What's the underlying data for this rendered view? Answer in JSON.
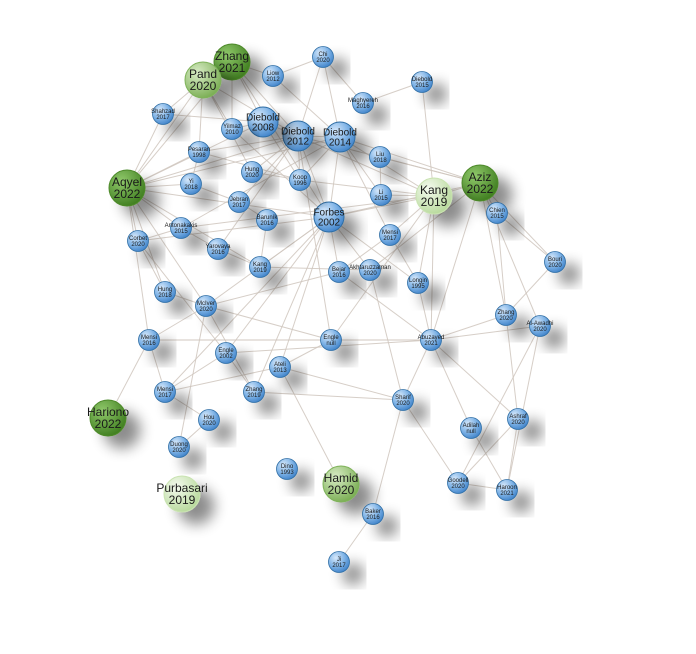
{
  "colors": {
    "edge": "#cfc6bd",
    "blue_fill": "#5b9bd5",
    "blue_ring": "#2e6da4",
    "dark_green": "#4e8a2a",
    "mid_green": "#7fb35a",
    "light_green": "#c9e3b1"
  },
  "nodes": [
    {
      "id": "zhang2021",
      "name": "Zhang",
      "year": "2021",
      "color": "dark_green",
      "size": "large"
    },
    {
      "id": "pand2020",
      "name": "Pand",
      "year": "2020",
      "color": "mid_green",
      "size": "large"
    },
    {
      "id": "aqyel2022",
      "name": "Aqyel",
      "year": "2022",
      "color": "dark_green",
      "size": "large"
    },
    {
      "id": "aziz2022",
      "name": "Aziz",
      "year": "2022",
      "color": "dark_green",
      "size": "large"
    },
    {
      "id": "kang2019",
      "name": "Kang",
      "year": "2019",
      "color": "light_green",
      "size": "large"
    },
    {
      "id": "hariono2022",
      "name": "Hariono",
      "year": "2022",
      "color": "dark_green",
      "size": "large"
    },
    {
      "id": "purbasari2019",
      "name": "Purbasari",
      "year": "2019",
      "color": "light_green",
      "size": "large"
    },
    {
      "id": "hamid2020",
      "name": "Hamid",
      "year": "2020",
      "color": "mid_green",
      "size": "large"
    },
    {
      "id": "diebold2012",
      "name": "Diebold",
      "year": "2012",
      "color": "blue",
      "size": "medium"
    },
    {
      "id": "diebold2014",
      "name": "Diebold",
      "year": "2014",
      "color": "blue",
      "size": "medium"
    },
    {
      "id": "diebold2008",
      "name": "Diebold",
      "year": "2008",
      "color": "blue",
      "size": "medium"
    },
    {
      "id": "forbes2002",
      "name": "Forbes",
      "year": "2002",
      "color": "blue",
      "size": "medium"
    },
    {
      "id": "diebold2015",
      "name": "Diebold",
      "year": "2015",
      "color": "blue",
      "size": "small"
    },
    {
      "id": "liow2012",
      "name": "Liow",
      "year": "2012",
      "color": "blue",
      "size": "small"
    },
    {
      "id": "chi2020",
      "name": "Chi",
      "year": "2020",
      "color": "blue",
      "size": "small"
    },
    {
      "id": "shahzad2017",
      "name": "Shahzad",
      "year": "2017",
      "color": "blue",
      "size": "small"
    },
    {
      "id": "maghyereh2016",
      "name": "Maghyereh",
      "year": "2016",
      "color": "blue",
      "size": "small"
    },
    {
      "id": "yilmaz2010",
      "name": "Yilmaz",
      "year": "2010",
      "color": "blue",
      "size": "small"
    },
    {
      "id": "pesaran1998",
      "name": "Pesaran",
      "year": "1998",
      "color": "blue",
      "size": "small"
    },
    {
      "id": "liu2018",
      "name": "Liu",
      "year": "2018",
      "color": "blue",
      "size": "small"
    },
    {
      "id": "yi2018",
      "name": "Yi",
      "year": "2018",
      "color": "blue",
      "size": "small"
    },
    {
      "id": "hung2020",
      "name": "Hung",
      "year": "2020",
      "color": "blue",
      "size": "small"
    },
    {
      "id": "koop1996",
      "name": "Koop",
      "year": "1996",
      "color": "blue",
      "size": "small"
    },
    {
      "id": "li2015",
      "name": "Li",
      "year": "2015",
      "color": "blue",
      "size": "small"
    },
    {
      "id": "jebran2017",
      "name": "Jebran",
      "year": "2017",
      "color": "blue",
      "size": "small"
    },
    {
      "id": "baruník2016",
      "name": "Baruník",
      "year": "2016",
      "color": "blue",
      "size": "small"
    },
    {
      "id": "chien2015",
      "name": "Chien",
      "year": "2015",
      "color": "blue",
      "size": "small"
    },
    {
      "id": "antonakakis2015",
      "name": "Antonakakis",
      "year": "2015",
      "color": "blue",
      "size": "small"
    },
    {
      "id": "mensi2017a",
      "name": "Mensi",
      "year": "2017",
      "color": "blue",
      "size": "small"
    },
    {
      "id": "corbet2020",
      "name": "Corbet",
      "year": "2020",
      "color": "blue",
      "size": "small"
    },
    {
      "id": "yarovaya2016",
      "name": "Yarovaya",
      "year": "2016",
      "color": "blue",
      "size": "small"
    },
    {
      "id": "kang2019s",
      "name": "Kang",
      "year": "2019",
      "color": "blue",
      "size": "small"
    },
    {
      "id": "bejar2016",
      "name": "Bejar",
      "year": "2016",
      "color": "blue",
      "size": "small"
    },
    {
      "id": "akhtaruzzaman2020",
      "name": "Akhtaruzzaman",
      "year": "2020",
      "color": "blue",
      "size": "small"
    },
    {
      "id": "longin1995",
      "name": "Longin",
      "year": "1995",
      "color": "blue",
      "size": "small"
    },
    {
      "id": "bouri2020",
      "name": "Bouri",
      "year": "2020",
      "color": "blue",
      "size": "small"
    },
    {
      "id": "hung2018",
      "name": "Hung",
      "year": "2018",
      "color": "blue",
      "size": "small"
    },
    {
      "id": "mcIver2020",
      "name": "McIver",
      "year": "2020",
      "color": "blue",
      "size": "small"
    },
    {
      "id": "zhang2020",
      "name": "Zhang",
      "year": "2020",
      "color": "blue",
      "size": "small"
    },
    {
      "id": "alawadhi2020",
      "name": "Al-Awadhi",
      "year": "2020",
      "color": "blue",
      "size": "small"
    },
    {
      "id": "mensi2016",
      "name": "Mensi",
      "year": "2016",
      "color": "blue",
      "size": "small"
    },
    {
      "id": "engle2002",
      "name": "Engle",
      "year": "2002",
      "color": "blue",
      "size": "small"
    },
    {
      "id": "engle_null",
      "name": "Engle",
      "year": "null",
      "color": "blue",
      "size": "small"
    },
    {
      "id": "abuzayed2021",
      "name": "Abuzayed",
      "year": "2021",
      "color": "blue",
      "size": "small"
    },
    {
      "id": "ateli2013",
      "name": "Ateli",
      "year": "2013",
      "color": "blue",
      "size": "small"
    },
    {
      "id": "mensi2017b",
      "name": "Mensi",
      "year": "2017",
      "color": "blue",
      "size": "small"
    },
    {
      "id": "zhang2019",
      "name": "Zhang",
      "year": "2019",
      "color": "blue",
      "size": "small"
    },
    {
      "id": "sharif2020",
      "name": "Sharif",
      "year": "2020",
      "color": "blue",
      "size": "small"
    },
    {
      "id": "hou2020",
      "name": "Hou",
      "year": "2020",
      "color": "blue",
      "size": "small"
    },
    {
      "id": "adilah_null",
      "name": "Adilah",
      "year": "null",
      "color": "blue",
      "size": "small"
    },
    {
      "id": "ashraf2020",
      "name": "Ashraf",
      "year": "2020",
      "color": "blue",
      "size": "small"
    },
    {
      "id": "duong2020",
      "name": "Duong",
      "year": "2020",
      "color": "blue",
      "size": "small"
    },
    {
      "id": "dino1993",
      "name": "Dino",
      "year": "1993",
      "color": "blue",
      "size": "small"
    },
    {
      "id": "goodell2020",
      "name": "Goodell",
      "year": "2020",
      "color": "blue",
      "size": "small"
    },
    {
      "id": "haroon2021",
      "name": "Haroon",
      "year": "2021",
      "color": "blue",
      "size": "small"
    },
    {
      "id": "baker2016",
      "name": "Baker",
      "year": "2016",
      "color": "blue",
      "size": "small"
    },
    {
      "id": "jia2017",
      "name": "Ji",
      "year": "2017",
      "color": "blue",
      "size": "small"
    }
  ]
}
